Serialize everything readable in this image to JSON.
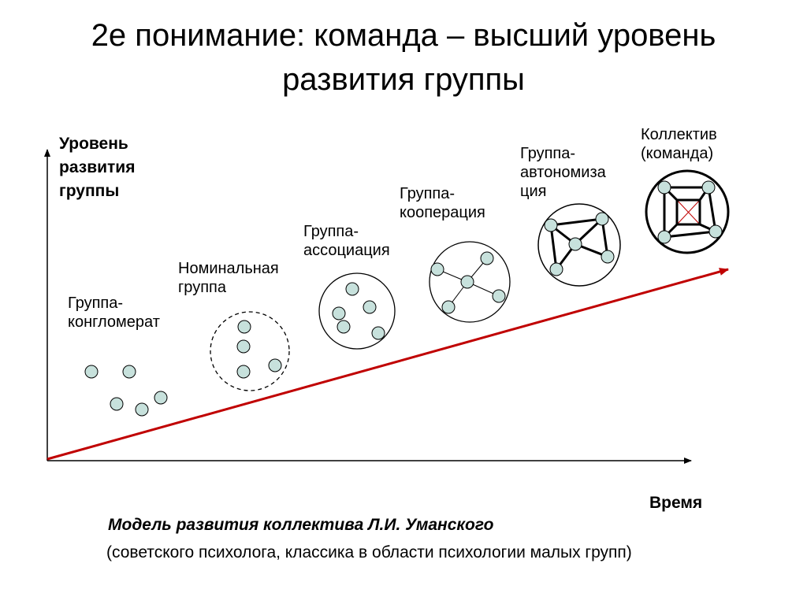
{
  "title": {
    "line1": "2е понимание: команда – высший уровень",
    "line2": "развития группы"
  },
  "axes": {
    "y_label": [
      "Уровень",
      "развития",
      "группы"
    ],
    "x_label": "Время"
  },
  "stages": [
    {
      "label": [
        "Группа-",
        "конгломерат"
      ]
    },
    {
      "label": [
        "Номинальная",
        "группа"
      ]
    },
    {
      "label": [
        "Группа-",
        "ассоциация"
      ]
    },
    {
      "label": [
        "Группа-",
        "кооперация"
      ]
    },
    {
      "label": [
        "Группа-",
        "автономиза",
        "ция"
      ]
    },
    {
      "label": [
        "Коллектив",
        "(команда)"
      ]
    }
  ],
  "caption": "Модель развития коллектива Л.И. Уманского",
  "note": "(советского психолога, классика в области психологии малых групп)",
  "colors": {
    "node_fill": "#c7e1dc",
    "trend_arrow": "#c00000",
    "inner_cross": "#c00000"
  }
}
